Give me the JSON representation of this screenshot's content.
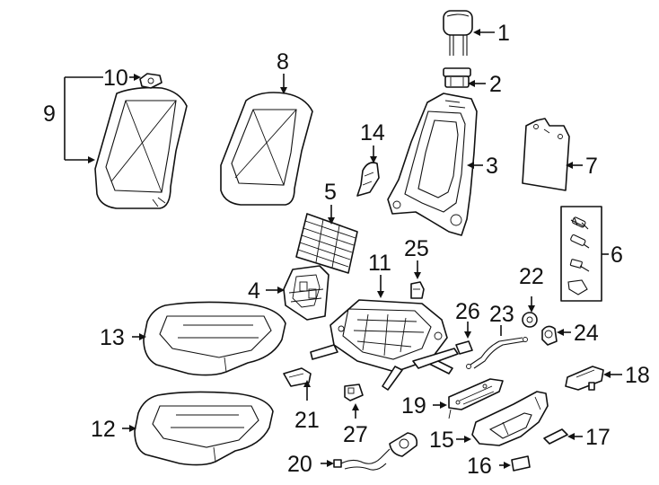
{
  "diagram": {
    "type": "exploded-parts-diagram",
    "colors": {
      "line": "#111111",
      "background": "#ffffff"
    },
    "callouts": [
      {
        "id": "1",
        "label": "1",
        "part": "headrest"
      },
      {
        "id": "2",
        "label": "2",
        "part": "headrest-guide"
      },
      {
        "id": "3",
        "label": "3",
        "part": "seatback-frame"
      },
      {
        "id": "4",
        "label": "4",
        "part": "lumbar-support"
      },
      {
        "id": "5",
        "label": "5",
        "part": "seatback-spring-mat"
      },
      {
        "id": "6",
        "label": "6",
        "part": "fastener-kit"
      },
      {
        "id": "7",
        "label": "7",
        "part": "back-panel"
      },
      {
        "id": "8",
        "label": "8",
        "part": "seatback-cushion"
      },
      {
        "id": "9",
        "label": "9",
        "part": "seatback-cover"
      },
      {
        "id": "10",
        "label": "10",
        "part": "headrest-bezel"
      },
      {
        "id": "11",
        "label": "11",
        "part": "seat-frame"
      },
      {
        "id": "12",
        "label": "12",
        "part": "seat-cushion-pad"
      },
      {
        "id": "13",
        "label": "13",
        "part": "seat-cushion-cover"
      },
      {
        "id": "14",
        "label": "14",
        "part": "side-trim"
      },
      {
        "id": "15",
        "label": "15",
        "part": "outer-side-shield"
      },
      {
        "id": "16",
        "label": "16",
        "part": "small-cap"
      },
      {
        "id": "17",
        "label": "17",
        "part": "trim-cap"
      },
      {
        "id": "18",
        "label": "18",
        "part": "track-cover"
      },
      {
        "id": "19",
        "label": "19",
        "part": "inner-shield"
      },
      {
        "id": "20",
        "label": "20",
        "part": "wire-harness"
      },
      {
        "id": "21",
        "label": "21",
        "part": "track-end-cover"
      },
      {
        "id": "22",
        "label": "22",
        "part": "knob"
      },
      {
        "id": "23",
        "label": "23",
        "part": "cable"
      },
      {
        "id": "24",
        "label": "24",
        "part": "recliner-knob"
      },
      {
        "id": "25",
        "label": "25",
        "part": "bracket"
      },
      {
        "id": "26",
        "label": "26",
        "part": "clip"
      },
      {
        "id": "27",
        "label": "27",
        "part": "connector"
      }
    ]
  }
}
